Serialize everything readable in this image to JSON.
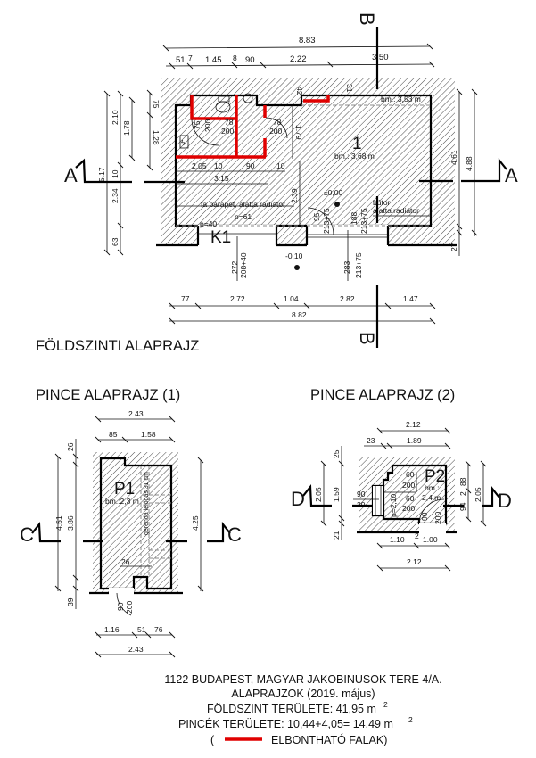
{
  "main_plan": {
    "heading": "FÖLDSZINTI ALAPRAJZ",
    "dims_top_total": "8.83",
    "dims_top": [
      "51",
      "7",
      "1.45",
      "8",
      "90",
      "2.22",
      "3.50"
    ],
    "dims_left_outer": "5.17",
    "dims_left": [
      "2.10",
      "10",
      "2.34",
      "63"
    ],
    "dims_left_inner": [
      "1.78"
    ],
    "dims_left_wc": [
      "75",
      "1.28"
    ],
    "dims_right": [
      "4.61",
      "4.88",
      "27"
    ],
    "dims_top_wall": [
      "42",
      "31"
    ],
    "dims_interior": [
      "2.05",
      "10",
      "90",
      "10",
      "3.15",
      "1.79",
      "2.39"
    ],
    "doors": {
      "wc_w": "75",
      "wc_h": "200",
      "d1_w": "78",
      "d1_h": "200",
      "d2_w": "78",
      "d2_h": "200",
      "entry_w": "95",
      "entry_h": "213+75",
      "win2_w": "188",
      "win2_h": "213+75",
      "k1_sill": "272",
      "k1_h": "208+40",
      "ext_sill": "283",
      "ext_h": "213+75"
    },
    "room_number": "1",
    "room_height": "bm.: 3,68 m",
    "room_height_2": "bm.: 3,53 m",
    "note_parapet": "fa parapet, alatta radiátor",
    "p61": "p=61",
    "p40": "p=40",
    "level_0": "±0,00",
    "level_ext": "-0,10",
    "note_furniture_1": "bútor",
    "note_furniture_2": "alatta radiátor",
    "window_label": "K1",
    "dims_bottom": [
      "77",
      "2.72",
      "1.04",
      "2.82",
      "1.47"
    ],
    "dims_bottom_total": "8.82",
    "section_a": "A",
    "section_b": "B"
  },
  "basement_1": {
    "heading": "PINCE ALAPRAJZ (1)",
    "dims_top_total": "2.43",
    "dims_top": [
      "85",
      "1.58"
    ],
    "dims_left": [
      "4.51",
      "3.86",
      "26",
      "39"
    ],
    "dims_right": "4.25",
    "room_number": "P1",
    "room_height": "bm.:2,3 m",
    "beam_note": "gerenda lelógás 31 cm",
    "dim_26": "26",
    "door_w": "90",
    "door_h": "200",
    "dims_bottom": [
      "1.16",
      "51",
      "76"
    ],
    "dims_bottom_total": "2.43",
    "section_c": "C"
  },
  "basement_2": {
    "heading": "PINCE ALAPRAJZ (2)",
    "dims_top_total": "2.12",
    "dims_top": [
      "23",
      "1.89"
    ],
    "dims_left": [
      "2.05",
      "1.59",
      "25",
      "21"
    ],
    "window_w": "90",
    "window_h": "30",
    "parapet": "p=2,10",
    "win_a_w": "60",
    "win_a_h": "200",
    "win_b_w": "60",
    "win_b_h": "200",
    "room_number": "P2",
    "room_height_1": "bm.:",
    "room_height_2": "2,4 m",
    "door_w": "90",
    "door_h": "200",
    "dims_right": [
      "88",
      "2",
      "94",
      "2.05"
    ],
    "dims_bottom": [
      "1.10",
      "2",
      "1.00"
    ],
    "dims_bottom_total": "2.12",
    "section_d": "D"
  },
  "footer": {
    "address": "1122 BUDAPEST, MAGYAR JAKOBINUSOK TERE 4/A.",
    "subtitle": "ALAPRAJZOK (2019. május)",
    "ground_area": "FÖLDSZINT TERÜLETE: 41,95 m",
    "basement_area": "PINCÉK TERÜLETE: 10,44+4,05= 14,49 m",
    "unit_sup": "2",
    "legend_open": "(",
    "legend_label": "ELBONTHATÓ FALAK)",
    "legend_color": "#e00000"
  }
}
